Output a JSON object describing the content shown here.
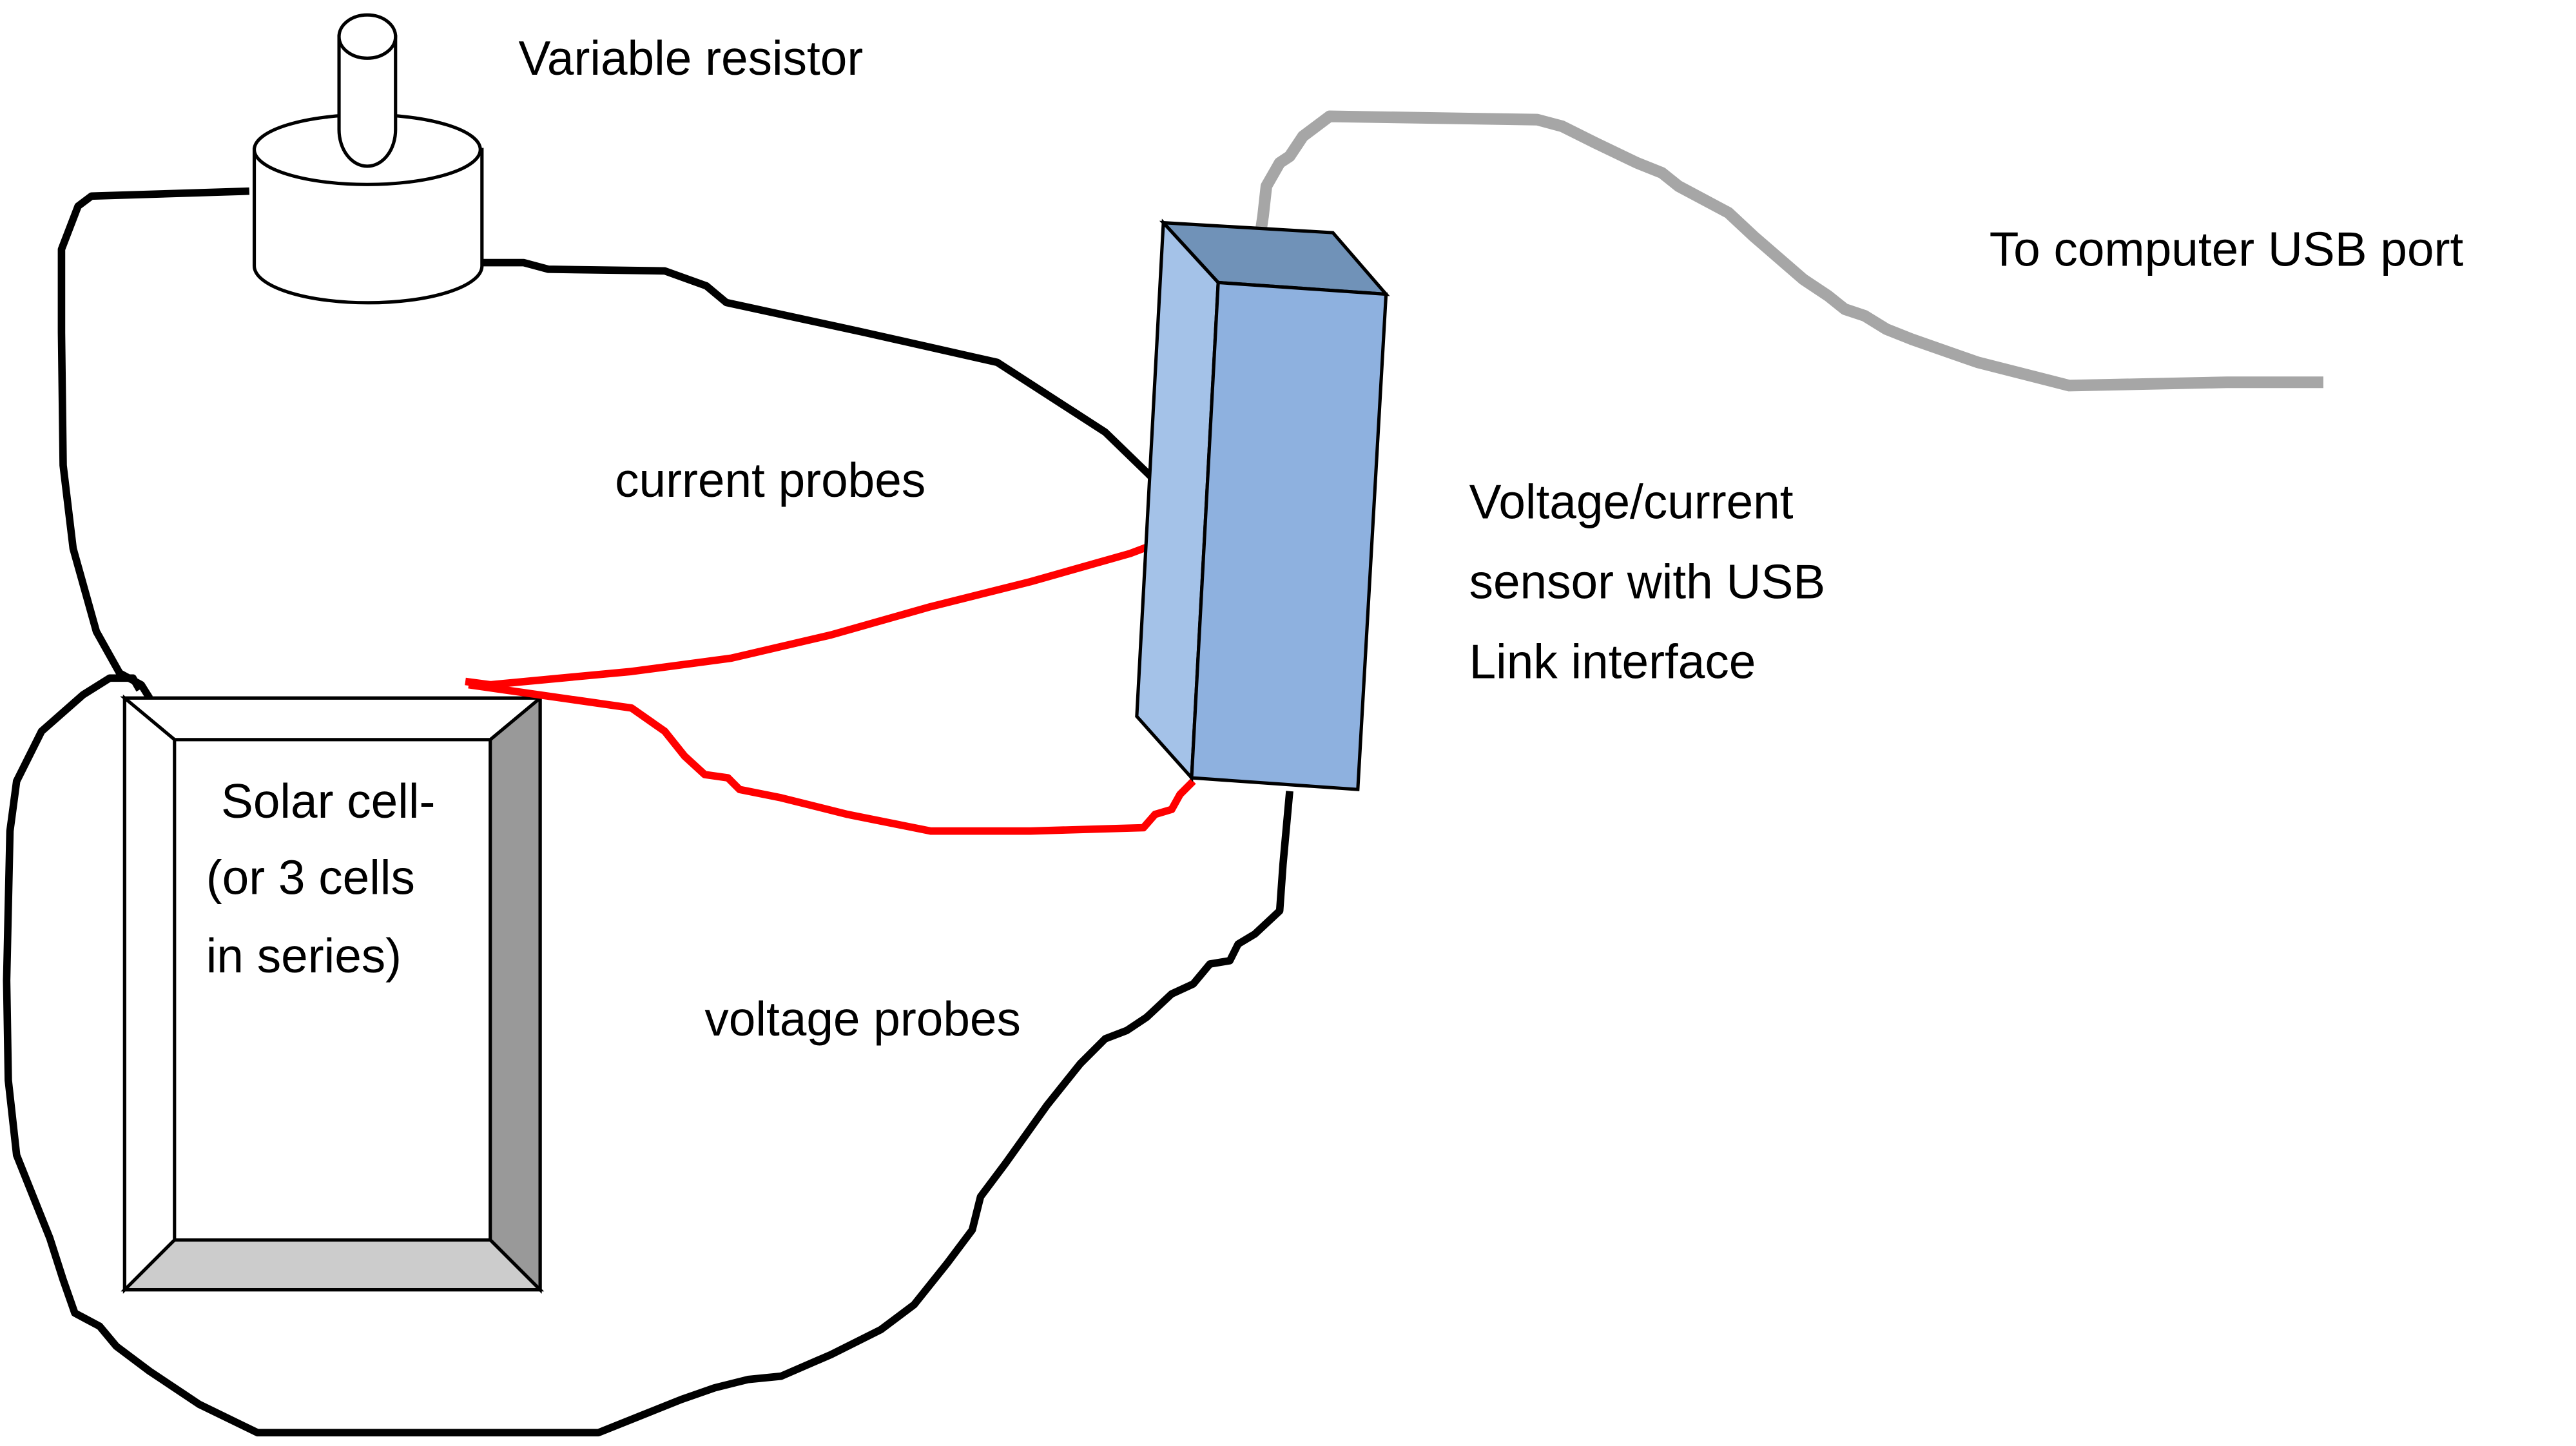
{
  "diagram": {
    "labels": {
      "variable_resistor": "Variable resistor",
      "computer_usb": "To computer USB port",
      "current_probes": "current probes",
      "sensor_line1": "Voltage/current",
      "sensor_line2": "sensor with USB",
      "sensor_line3": "Link interface",
      "solar_line1": "Solar cell-",
      "solar_line2": "(or 3 cells",
      "solar_line3": "in series)",
      "voltage_probes": "voltage probes"
    },
    "components": [
      "variable-resistor",
      "solar-cell-panel",
      "voltage-current-sensor",
      "usb-cable"
    ],
    "colors": {
      "sensor_front": "#8eb1df",
      "sensor_side": "#a4c2e8",
      "sensor_top": "#7092b8",
      "usb_cable": "#a6a6a6",
      "current_probe_wire": "#ff0000",
      "voltage_probe_wire": "#000000",
      "panel_bevel_right": "#999999",
      "panel_bevel_bottom": "#cccccc"
    }
  }
}
